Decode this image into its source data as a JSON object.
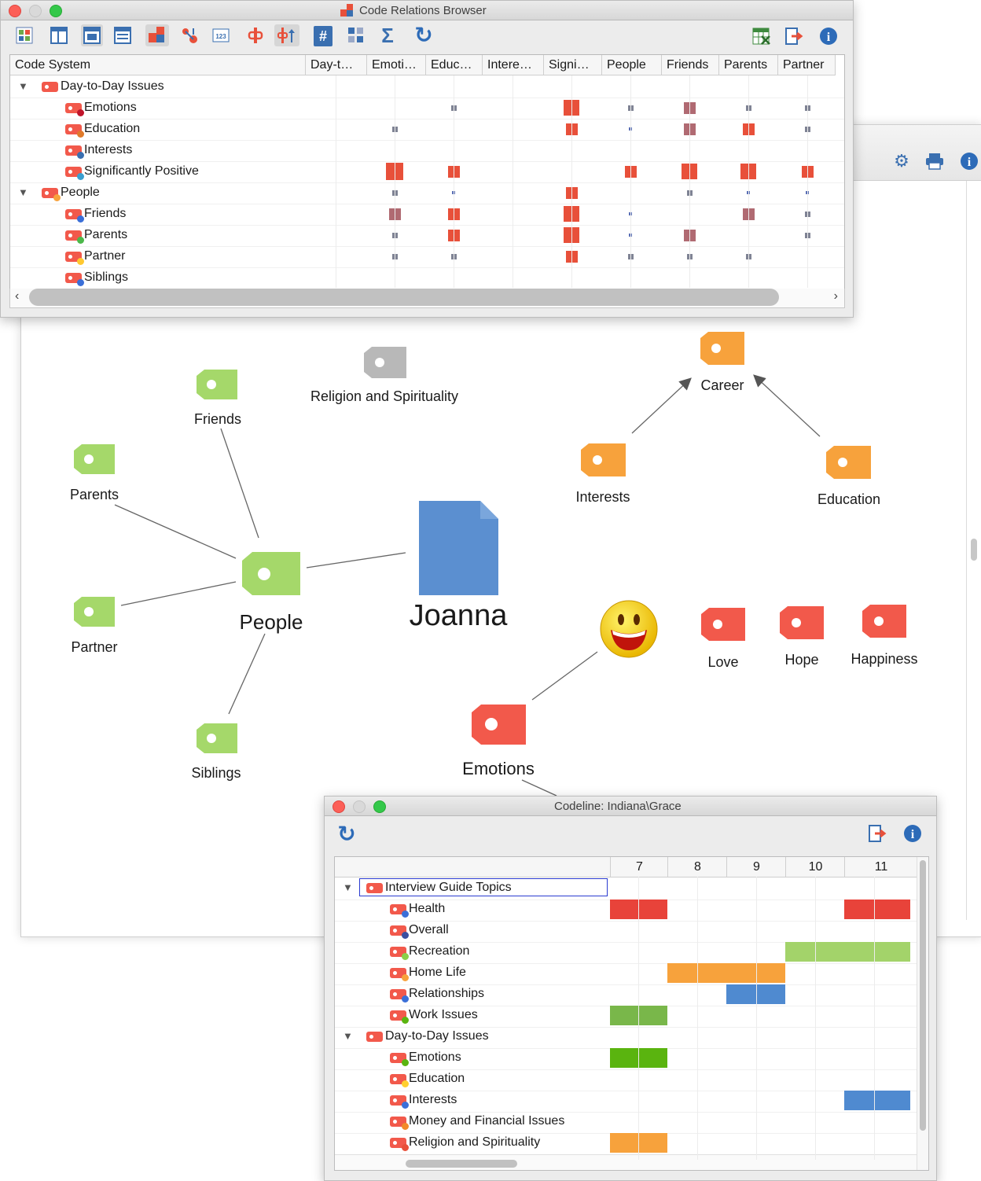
{
  "crb": {
    "title": "Code Relations Browser",
    "row_header": "Code System",
    "columns": [
      "Day-t…",
      "Emoti…",
      "Educ…",
      "Intere…",
      "Signi…",
      "People",
      "Friends",
      "Parents",
      "Partner"
    ],
    "rows": [
      {
        "label": "Day-to-Day Issues",
        "level": 0,
        "expander": "▼"
      },
      {
        "label": "Emotions",
        "level": 1
      },
      {
        "label": "Education",
        "level": 1
      },
      {
        "label": "Interests",
        "level": 1
      },
      {
        "label": "Significantly Positive",
        "level": 1
      },
      {
        "label": "People",
        "level": 0,
        "expander": "▼"
      },
      {
        "label": "Friends",
        "level": 1
      },
      {
        "label": "Parents",
        "level": 1
      },
      {
        "label": "Partner",
        "level": 1
      },
      {
        "label": "Siblings",
        "level": 1
      }
    ],
    "scroll_left": "‹",
    "scroll_right": "›",
    "colors": {
      "strong": "#e8503a",
      "medium": "#b06a72",
      "weak": "#7f8394",
      "faint": "#5a6fb5"
    }
  },
  "map": {
    "nodes": [
      {
        "label": "Religion and Spirituality",
        "color": "#b8b8b8"
      },
      {
        "label": "Career",
        "color": "#f7a23c"
      },
      {
        "label": "Friends",
        "color": "#a5d86a"
      },
      {
        "label": "Parents",
        "color": "#a5d86a"
      },
      {
        "label": "Interests",
        "color": "#f7a23c"
      },
      {
        "label": "Education",
        "color": "#f7a23c"
      },
      {
        "label": "People",
        "color": "#a5d86a"
      },
      {
        "label": "Joanna",
        "color": "#5b8fd0"
      },
      {
        "label": "Partner",
        "color": "#a5d86a"
      },
      {
        "label": "Love",
        "color": "#f2594b"
      },
      {
        "label": "Hope",
        "color": "#f2594b"
      },
      {
        "label": "Happiness",
        "color": "#f2594b"
      },
      {
        "label": "Siblings",
        "color": "#a5d86a"
      },
      {
        "label": "Emotions",
        "color": "#f2594b"
      }
    ],
    "smiley": "smiley-face"
  },
  "codeline": {
    "title": "Codeline: Indiana\\Grace",
    "ticks": [
      "7",
      "8",
      "9",
      "10",
      "11"
    ],
    "rows": [
      {
        "label": "Interview Guide Topics",
        "level": 0,
        "expander": "▼",
        "selected": true
      },
      {
        "label": "Health",
        "level": 1
      },
      {
        "label": "Overall",
        "level": 1
      },
      {
        "label": "Recreation",
        "level": 1
      },
      {
        "label": "Home Life",
        "level": 1
      },
      {
        "label": "Relationships",
        "level": 1
      },
      {
        "label": "Work Issues",
        "level": 1
      },
      {
        "label": "Day-to-Day Issues",
        "level": 0,
        "expander": "▼"
      },
      {
        "label": "Emotions",
        "level": 1
      },
      {
        "label": "Education",
        "level": 1
      },
      {
        "label": "Interests",
        "level": 1
      },
      {
        "label": "Money and Financial Issues",
        "level": 1
      },
      {
        "label": "Religion and Spirituality",
        "level": 1
      }
    ],
    "bar_colors": {
      "red": "#e8433a",
      "green": "#a3d36a",
      "orange": "#f7a23c",
      "blue": "#4f8ad0",
      "darkgreen": "#79b74a",
      "brightgreen": "#5ab40f"
    }
  },
  "icons": {
    "crb_toolbar": [
      "grid-icon",
      "layout-icon",
      "layout-2-icon",
      "layout-3-icon",
      "code-relations-icon",
      "node-icon",
      "number-123-icon",
      "filter-icon",
      "sort-icon",
      "hash-icon",
      "squares-icon",
      "sigma-icon",
      "refresh-icon",
      "excel-export-icon",
      "export-icon",
      "info-icon"
    ],
    "map_toolbar": [
      "settings-icon",
      "print-icon",
      "info-icon"
    ],
    "codeline_toolbar": [
      "refresh-icon",
      "export-icon",
      "info-icon"
    ]
  },
  "glyphs": {
    "sigma": "Σ",
    "refresh": "↻",
    "hash": "#",
    "info": "i",
    "num": "123"
  }
}
